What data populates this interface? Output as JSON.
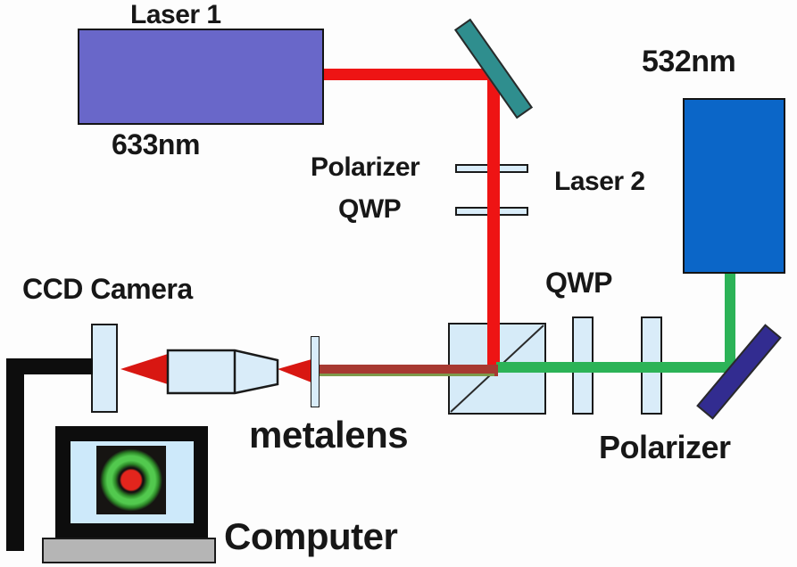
{
  "diagram": {
    "type": "optical-experiment-setup",
    "background": "#fdfdfd"
  },
  "labels": {
    "laser1": "Laser 1",
    "laser1_wavelength": "633nm",
    "laser2": "Laser 2",
    "laser2_wavelength": "532nm",
    "polarizer_beam1": "Polarizer",
    "qwp_beam1": "QWP",
    "qwp_beam2": "QWP",
    "polarizer_beam2": "Polarizer",
    "ccd_camera": "CCD Camera",
    "metalens": "metalens",
    "computer": "Computer"
  },
  "colors": {
    "laser1_fill": "#6967c9",
    "laser2_fill": "#0b66c8",
    "beam_red_633": "#ee1414",
    "beam_green_532": "#2cb357",
    "beam_combined": "#a73931",
    "mirror_teal": "#2f8e8e",
    "mirror_navy": "#322c90",
    "optic_fill": "#d9ecf9",
    "outline": "#1a1a1a",
    "cable": "#0d0d0d",
    "computer_base": "#b5b5b5",
    "screen_fill": "#cde9fa"
  },
  "beams": [
    {
      "name": "laser1-beam",
      "wavelength": "633nm",
      "color": "#ee1414",
      "path": "laser1 -> mirror -> polarizer -> QWP -> beamsplitter"
    },
    {
      "name": "laser2-beam",
      "wavelength": "532nm",
      "color": "#2cb357",
      "path": "laser2 -> mirror -> polarizer -> QWP -> beamsplitter"
    },
    {
      "name": "combined-beam",
      "color": "#a73931",
      "path": "beamsplitter -> metalens -> objective -> CCD"
    }
  ],
  "screen_image": {
    "description": "donut-shaped beam profile: green ring with red center spot on dark background",
    "ring_color": "#52c94e",
    "center_color": "#e2251d",
    "background": "#161412"
  }
}
